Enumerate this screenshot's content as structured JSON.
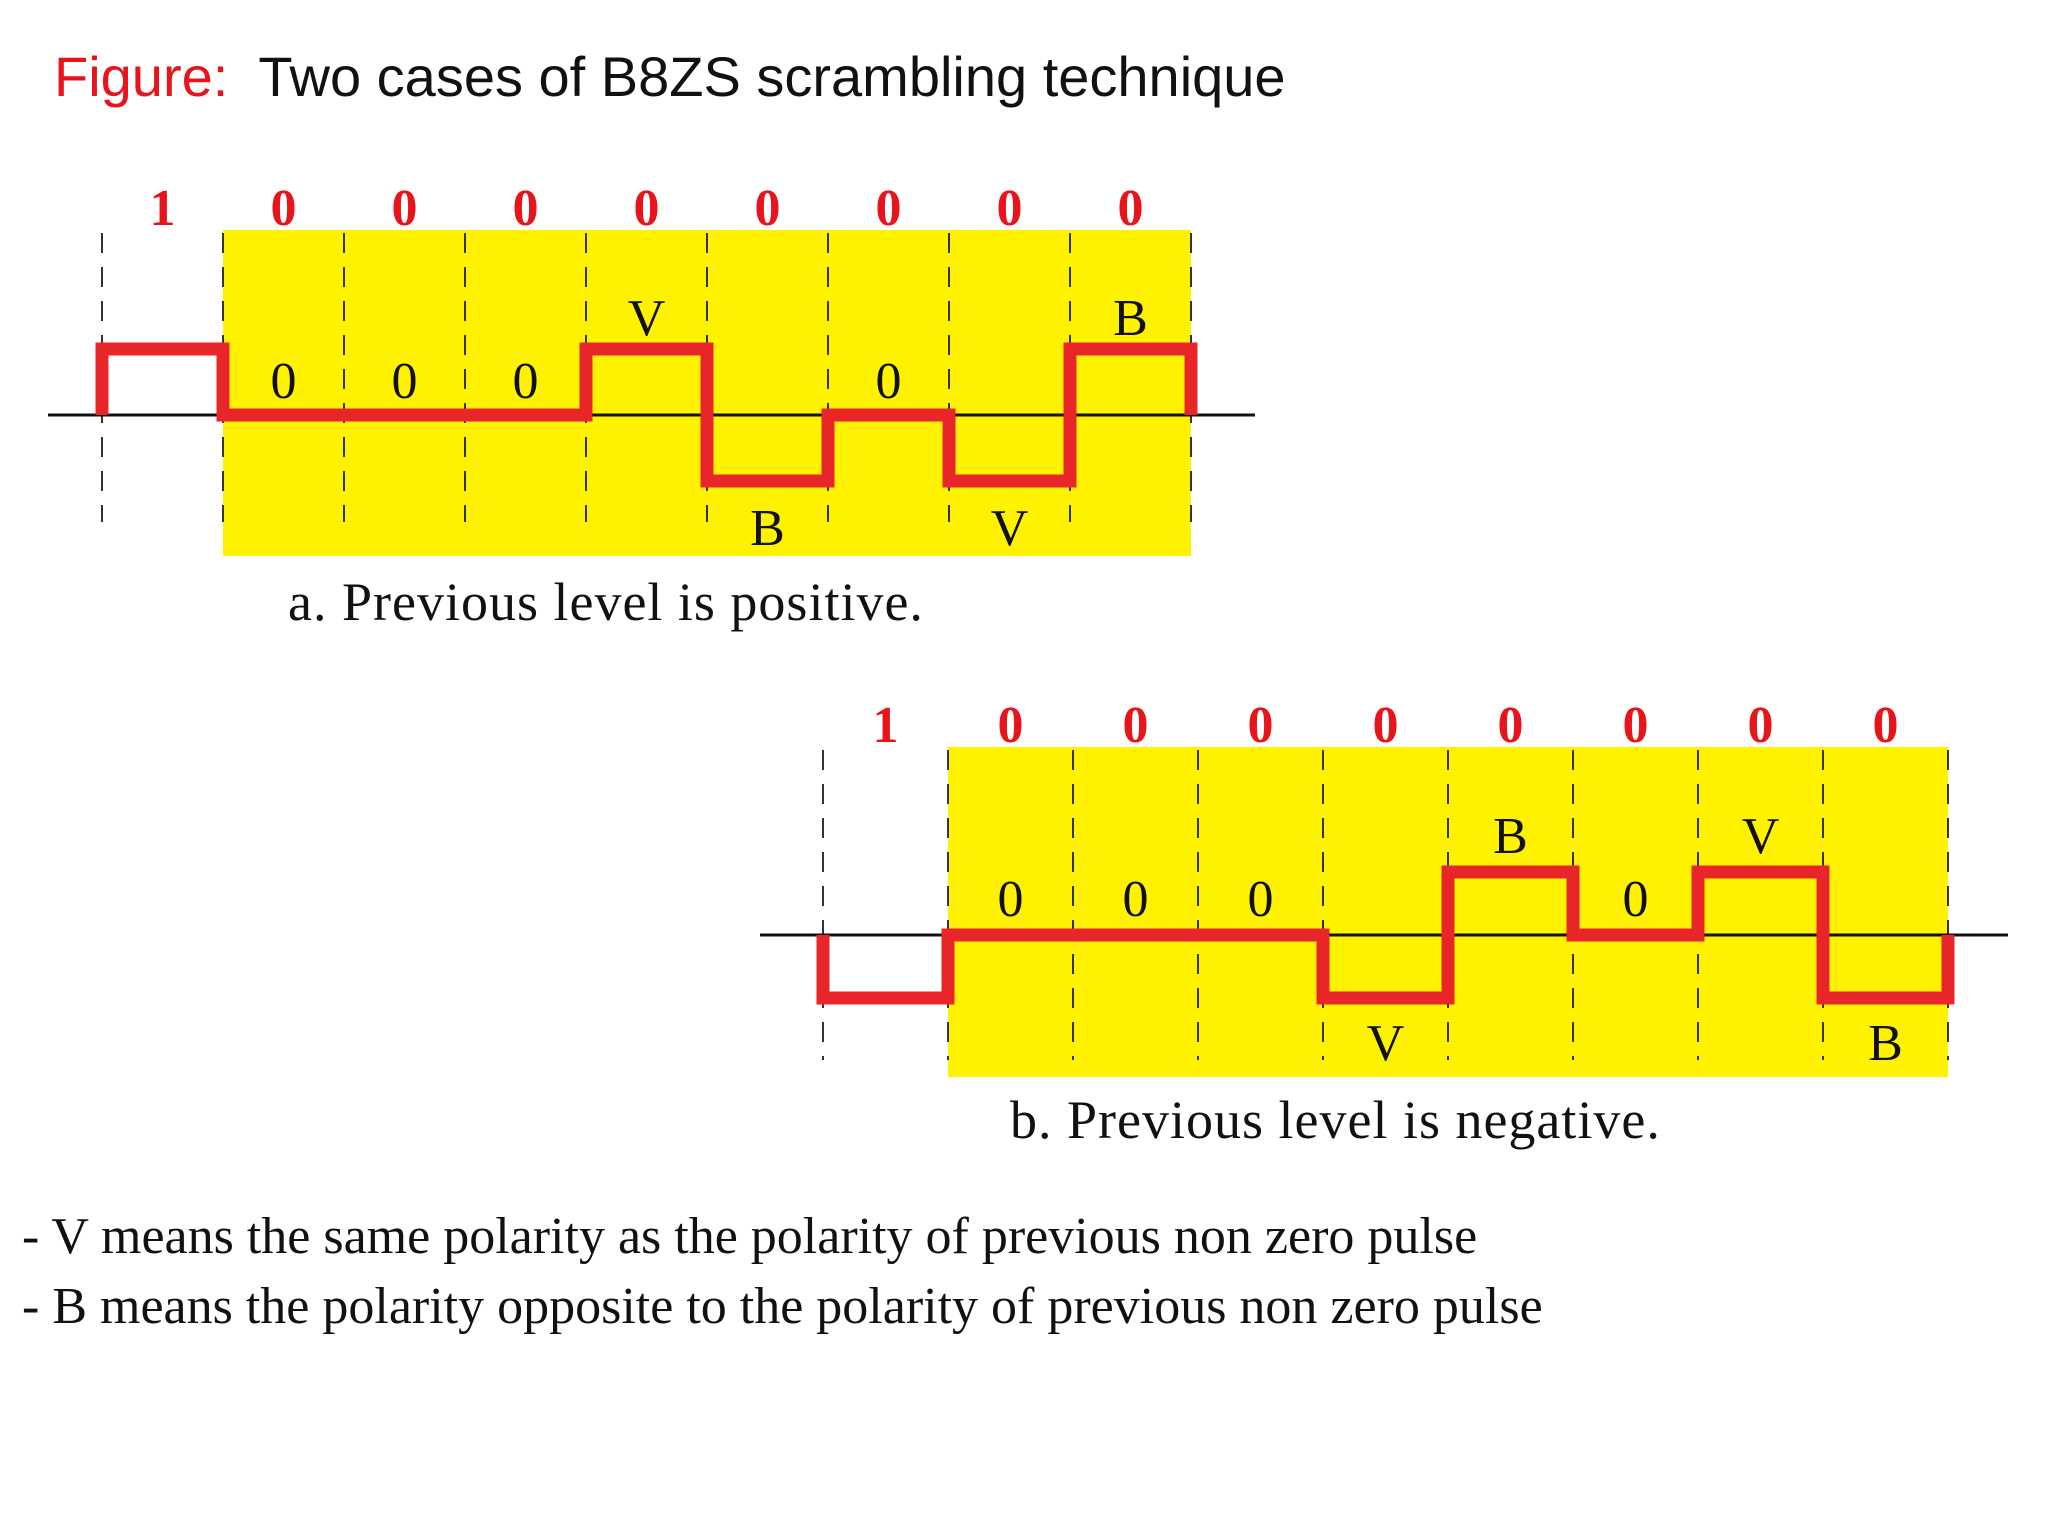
{
  "title": {
    "prefix": "Figure:",
    "text": "Two cases of B8ZS scrambling technique"
  },
  "colors": {
    "accent": "#e8141c",
    "highlight": "#fff200",
    "signal": "#e8262a",
    "text": "#111111"
  },
  "diagrams": [
    {
      "id": "a",
      "caption": "a. Previous level is positive.",
      "bits": [
        "1",
        "0",
        "0",
        "0",
        "0",
        "0",
        "0",
        "0",
        "0"
      ],
      "levels": [
        1,
        0,
        0,
        0,
        1,
        -1,
        0,
        -1,
        1
      ],
      "slot_labels": [
        "",
        "0",
        "0",
        "0",
        "V",
        "B",
        "0",
        "V",
        "B"
      ]
    },
    {
      "id": "b",
      "caption": "b. Previous level is negative.",
      "bits": [
        "1",
        "0",
        "0",
        "0",
        "0",
        "0",
        "0",
        "0",
        "0"
      ],
      "levels": [
        -1,
        0,
        0,
        0,
        -1,
        1,
        0,
        1,
        -1
      ],
      "slot_labels": [
        "",
        "0",
        "0",
        "0",
        "V",
        "B",
        "0",
        "V",
        "B"
      ]
    }
  ],
  "notes": [
    "- V means the same polarity as the polarity of previous non zero pulse",
    "- B means the polarity opposite to the polarity of previous non zero pulse"
  ]
}
